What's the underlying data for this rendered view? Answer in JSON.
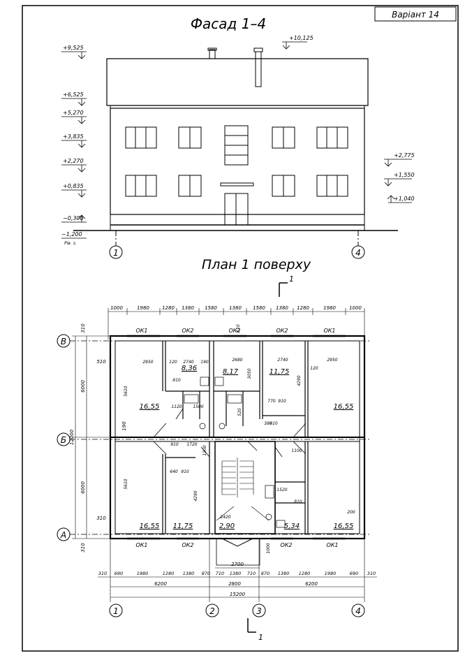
{
  "variant": "Варіант 14",
  "facade": {
    "title": "Фасад 1–4",
    "elevations_left": [
      "+9,525",
      "+6,525",
      "+5,270",
      "+3,835",
      "+2,270",
      "+0,835",
      "−0,300",
      "−1,200"
    ],
    "ground_note": "Рів. з.",
    "top_mark": "+10,125",
    "elevations_right": [
      "+2,775",
      "+1,550",
      "+1,040"
    ],
    "axes": [
      "1",
      "4"
    ]
  },
  "plan": {
    "title": "План 1 поверху",
    "section_label": "1",
    "axes_bottom": [
      "1",
      "2",
      "3",
      "4"
    ],
    "axes_left": [
      "В",
      "Б",
      "А"
    ],
    "top_dims": [
      "1000",
      "1980",
      "1280",
      "1380",
      "1580",
      "1380",
      "1580",
      "1380",
      "1280",
      "1980",
      "1000"
    ],
    "bottom_dims_1": [
      "310",
      "690",
      "1980",
      "1280",
      "1380",
      "870",
      "710",
      "1380",
      "710",
      "870",
      "1380",
      "1280",
      "1980",
      "690",
      "310"
    ],
    "bottom_dims_2": [
      "6200",
      "2800",
      "6200"
    ],
    "bottom_total": "15200",
    "stair_dim": "2700",
    "left_dims": [
      "6000",
      "12000",
      "6000"
    ],
    "left_small": [
      "310",
      "310",
      "510",
      "190",
      "310"
    ],
    "windows": [
      "ОК1",
      "ОК2",
      "ОК2",
      "ОК2",
      "ОК1",
      "ОК1",
      "ОК2",
      "ОК2",
      "ОК1"
    ],
    "room_areas": [
      "8,36",
      "8,17",
      "11,75",
      "16,55",
      "16,55",
      "16,55",
      "11,75",
      "2,90",
      "5,34",
      "16,55"
    ],
    "inner_dims": [
      "2950",
      "120",
      "2740",
      "190",
      "2680",
      "2740",
      "120",
      "2950",
      "5610",
      "5610",
      "4290",
      "4290",
      "3050",
      "1120",
      "1500",
      "810",
      "770",
      "910",
      "1720",
      "910",
      "910",
      "1200",
      "640",
      "910",
      "1520",
      "810",
      "1100",
      "2420",
      "200",
      "1000",
      "510",
      "380",
      "520"
    ]
  }
}
